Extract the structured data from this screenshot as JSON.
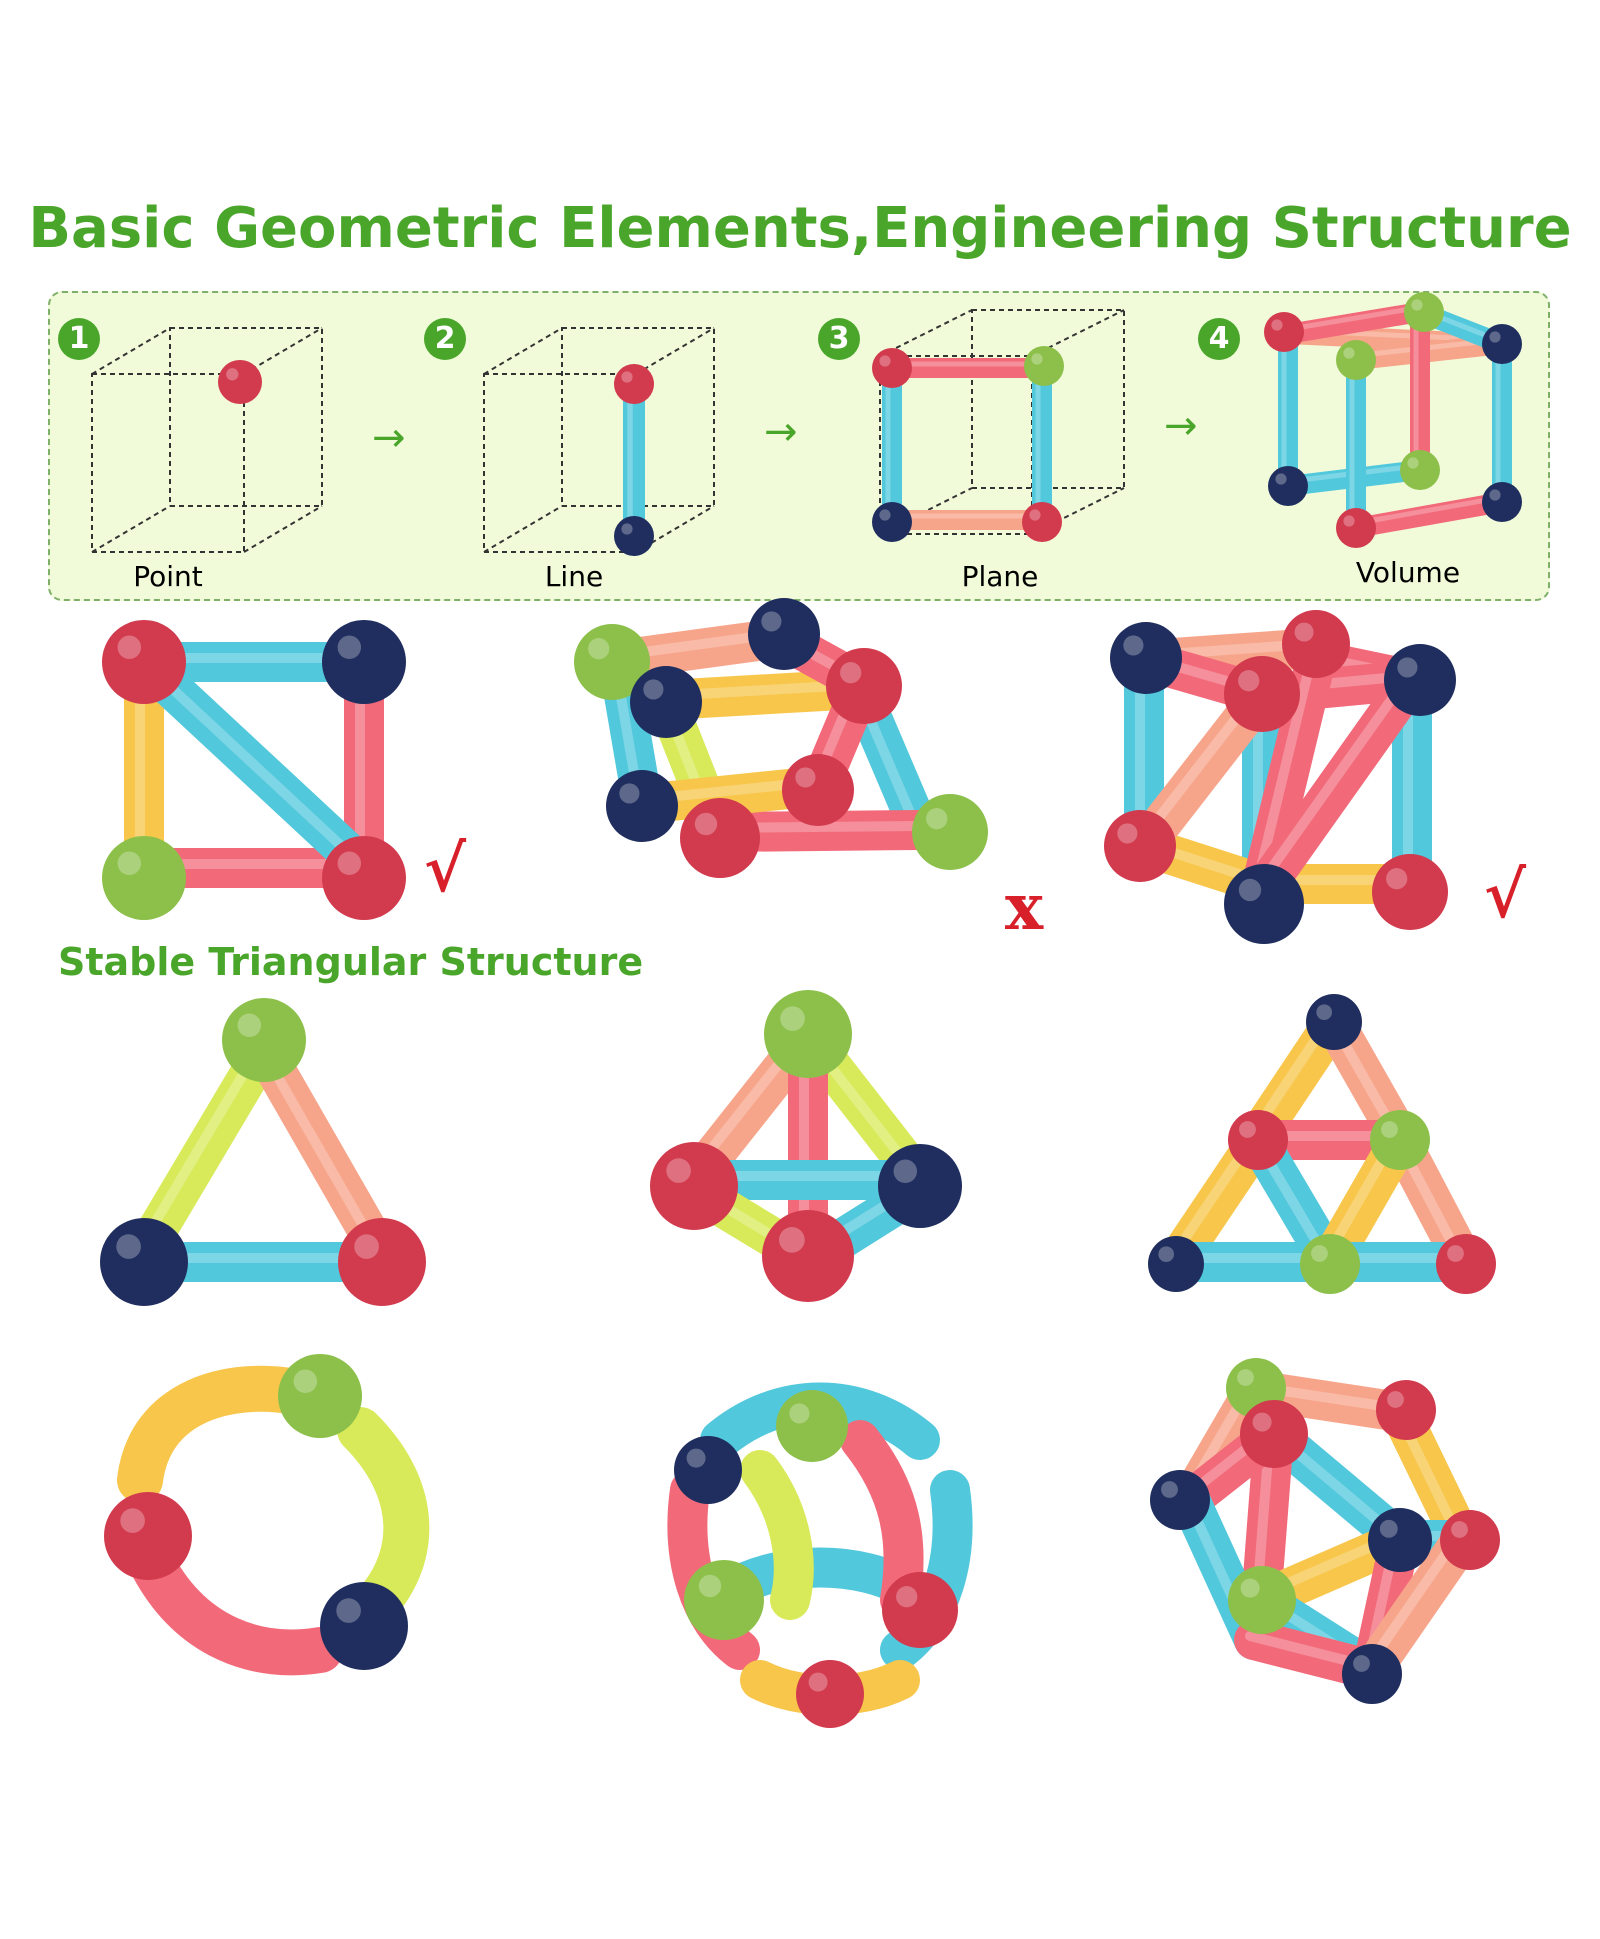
{
  "title": "Basic Geometric Elements,Engineering Structure",
  "steps": [
    {
      "number": "1",
      "label": "Point"
    },
    {
      "number": "2",
      "label": "Line"
    },
    {
      "number": "3",
      "label": "Plane"
    },
    {
      "number": "4",
      "label": "Volume"
    }
  ],
  "stable_label": "Stable Triangular Structure",
  "marks": {
    "check": "√",
    "cross": "x"
  },
  "arrow_glyph": "→",
  "colors": {
    "title_green": "#4aa62a",
    "panel_bg": "#f1fbd9",
    "mark_red": "#d8202a",
    "ball_red": "#d23a4e",
    "ball_navy": "#1f2e5e",
    "ball_green": "#8cc04a",
    "rod_cyan": "#52c8dc",
    "rod_pink": "#f26a7a",
    "rod_yellow": "#f7c64a",
    "rod_peach": "#f7a58a",
    "rod_lime": "#d8ea5a"
  }
}
